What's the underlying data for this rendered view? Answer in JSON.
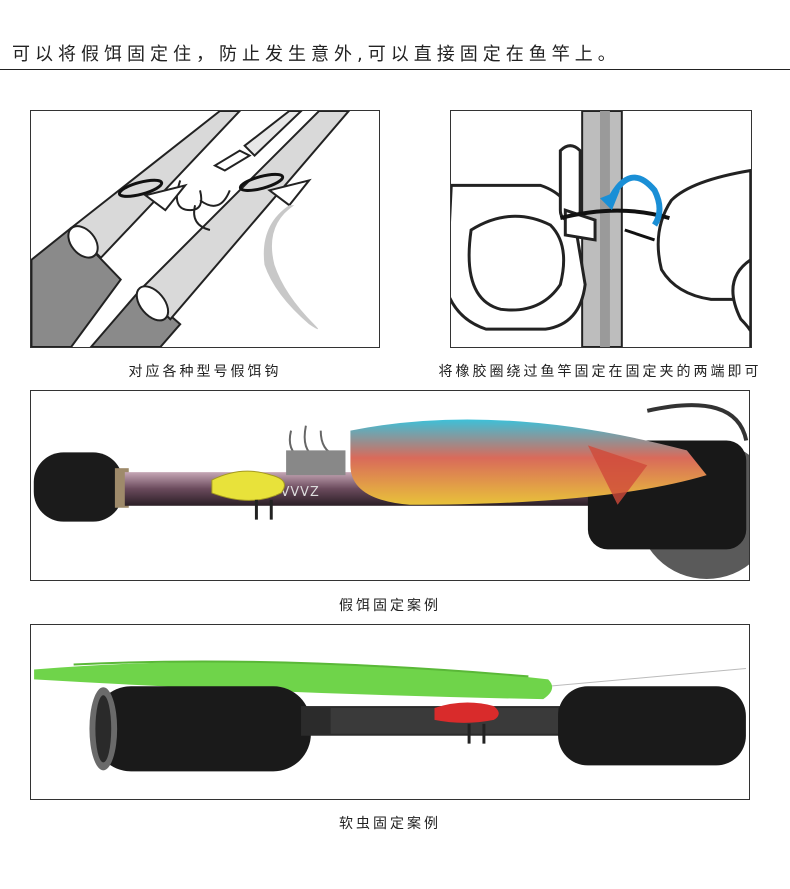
{
  "headline": "可以将假饵固定住，防止发生意外,可以直接固定在鱼竿上。",
  "panels": {
    "top_left": {
      "caption": "对应各种型号假饵钩"
    },
    "top_right": {
      "caption": "将橡胶圈绕过鱼竿固定在固定夹的两端即可"
    },
    "middle": {
      "caption": "假饵固定案例",
      "rod_label": "VVVVVVVVZ"
    },
    "bottom": {
      "caption": "软虫固定案例"
    }
  },
  "colors": {
    "accent_blue": "#1a8fd6",
    "clip_yellow": "#e8e23a",
    "clip_red": "#d92b2b",
    "worm_green": "#6fd44a",
    "grip_gray": "#8a8a8a"
  }
}
